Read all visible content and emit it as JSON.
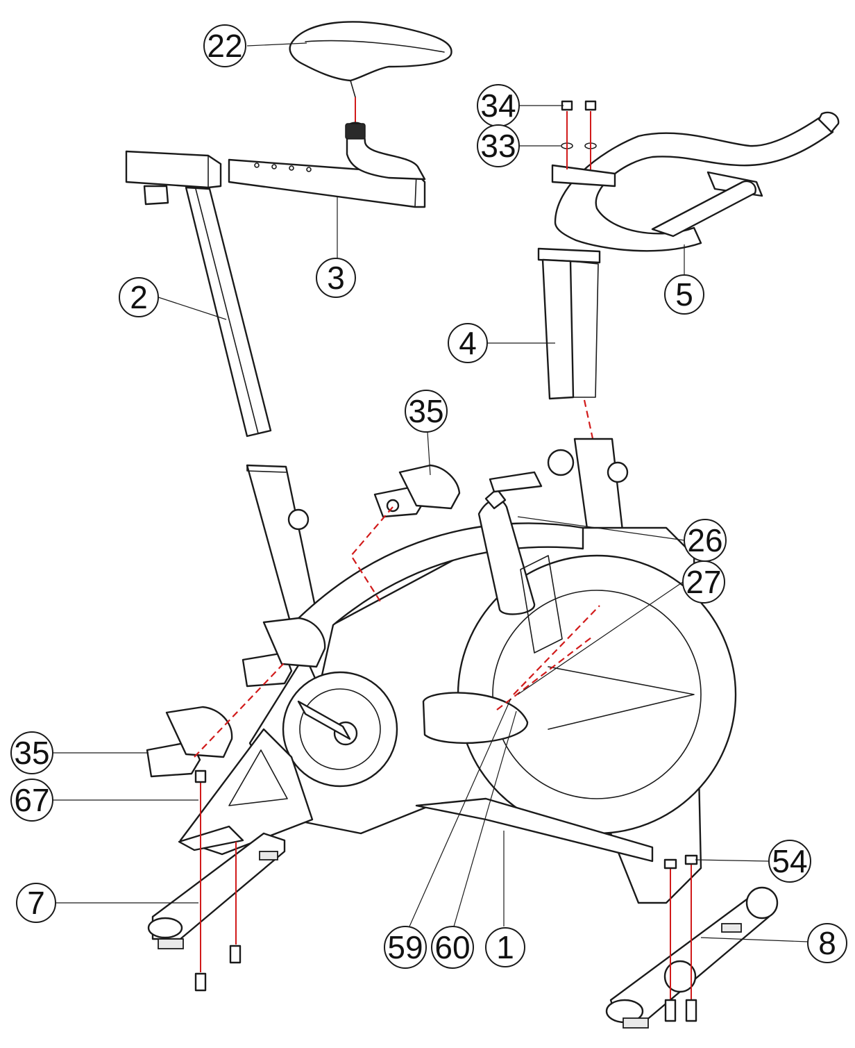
{
  "colors": {
    "line": "#1a1a1a",
    "assembly_line": "#d11a1a",
    "background": "#ffffff"
  },
  "callouts": [
    {
      "id": "c22",
      "label": "22"
    },
    {
      "id": "c34",
      "label": "34"
    },
    {
      "id": "c33",
      "label": "33"
    },
    {
      "id": "c2",
      "label": "2"
    },
    {
      "id": "c3",
      "label": "3"
    },
    {
      "id": "c5",
      "label": "5"
    },
    {
      "id": "c4",
      "label": "4"
    },
    {
      "id": "c35a",
      "label": "35"
    },
    {
      "id": "c26",
      "label": "26"
    },
    {
      "id": "c27",
      "label": "27"
    },
    {
      "id": "c35b",
      "label": "35"
    },
    {
      "id": "c67",
      "label": "67"
    },
    {
      "id": "c54",
      "label": "54"
    },
    {
      "id": "c7",
      "label": "7"
    },
    {
      "id": "c8",
      "label": "8"
    },
    {
      "id": "c59",
      "label": "59"
    },
    {
      "id": "c60",
      "label": "60"
    },
    {
      "id": "c1",
      "label": "1"
    }
  ]
}
